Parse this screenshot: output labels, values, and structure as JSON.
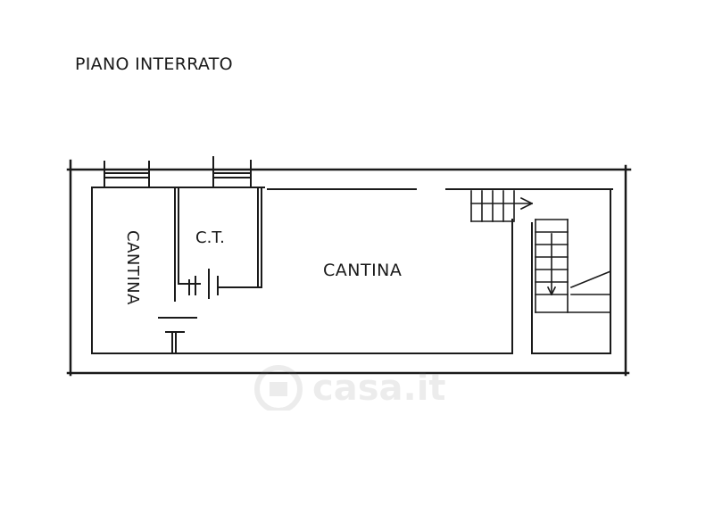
{
  "title": "PIANO INTERRATO",
  "rooms": {
    "cantina_left": "CANTINA",
    "ct": "C.T.",
    "cantina_main": "CANTINA"
  },
  "watermark": "casa.it",
  "colors": {
    "line": "#1a1a1a",
    "watermark": "#777777"
  }
}
